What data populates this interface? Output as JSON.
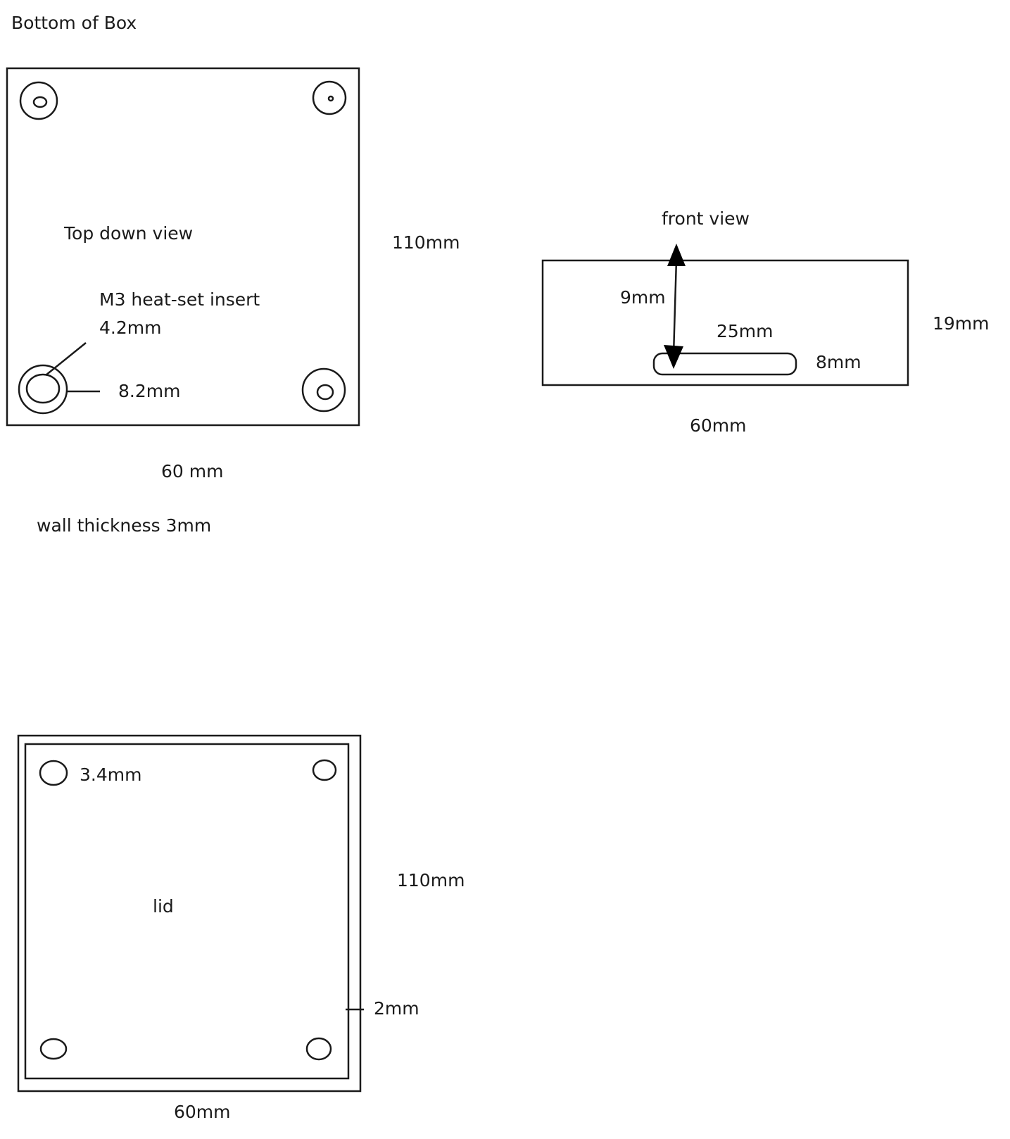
{
  "title": "Bottom of Box",
  "bottom_view": {
    "name": "Top down view",
    "insert_label": "M3 heat-set insert",
    "insert_inner_diameter": "4.2mm",
    "insert_outer_diameter": "8.2mm",
    "height": "110mm",
    "width": "60 mm",
    "wall_thickness": "wall thickness 3mm"
  },
  "front_view": {
    "name": "front view",
    "slot_offset": "9mm",
    "slot_width": "25mm",
    "slot_height": "8mm",
    "height": "19mm",
    "width": "60mm"
  },
  "lid": {
    "name": "lid",
    "hole_diameter": "3.4mm",
    "height": "110mm",
    "lip": "2mm",
    "width": "60mm"
  }
}
